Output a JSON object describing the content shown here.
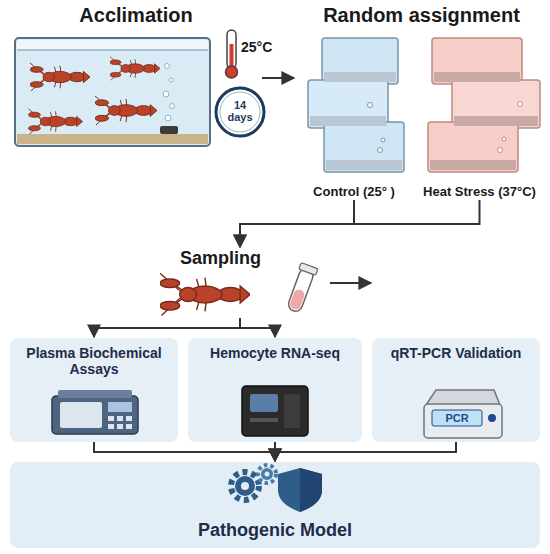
{
  "diagram": {
    "nodes": [
      {
        "text": [
          "Acclimation"
        ]
      },
      {
        "text": [
          "Random assignment"
        ]
      },
      {
        "text": [
          "Control (25° )"
        ],
        "in": 1
      },
      {
        "text": [
          "Heat Stress (37°C)"
        ],
        "in": 1
      },
      {
        "text": [
          "Sampling"
        ]
      },
      {
        "text": [
          "Plasma Biochemical Assays"
        ]
      },
      {
        "text": [
          "Hemocyte RNA-seq"
        ]
      },
      {
        "text": [
          "qRT-PCR Validation"
        ]
      },
      {
        "text": [
          "Pathogenic Model"
        ]
      }
    ],
    "edges": [
      {
        "from": 0,
        "to": 1,
        "arrow": "to"
      },
      {
        "from": 2,
        "to": 4,
        "arrow": "to"
      },
      {
        "from": 3,
        "to": 4,
        "arrow": "to"
      },
      {
        "from": 4,
        "to": 5,
        "arrow": "to"
      },
      {
        "from": 4,
        "to": 6,
        "arrow": "to"
      },
      {
        "from": 4,
        "to": 7,
        "arrow": "to"
      },
      {
        "from": 5,
        "to": 8,
        "arrow": "to"
      },
      {
        "from": 6,
        "to": 8,
        "arrow": "to"
      },
      {
        "from": 7,
        "to": 8,
        "arrow": "to"
      }
    ],
    "labels": [
      "25°C",
      "14 days",
      "PCR"
    ]
  }
}
